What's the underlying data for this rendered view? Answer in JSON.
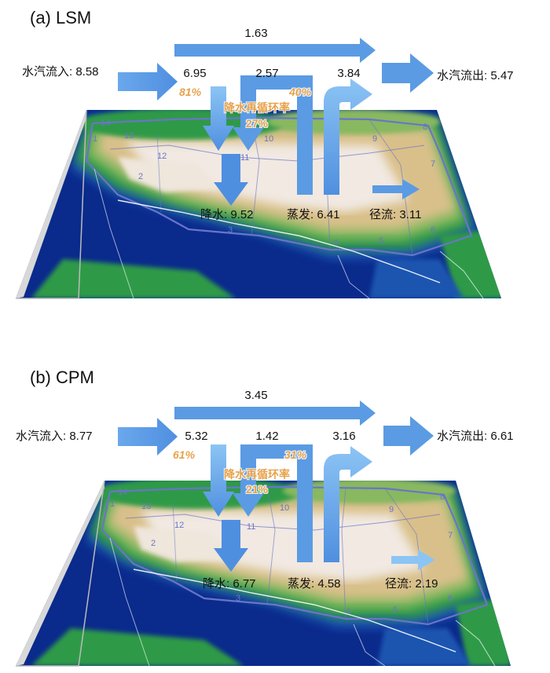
{
  "panels": [
    {
      "id": "a",
      "title": "(a) LSM",
      "over_flow": "1.63",
      "inflow_label": "水汽流入: 8.58",
      "outflow_label": "水汽流出: 5.47",
      "entering_value": "6.95",
      "recycled_value": "2.57",
      "evap_out_value": "3.84",
      "entering_pct": "81%",
      "evap_pct": "40%",
      "recycling_title": "降水再循环率",
      "recycling_pct": "27%",
      "precip_label": "降水: 9.52",
      "evap_label": "蒸发: 6.41",
      "runoff_label": "径流: 3.11"
    },
    {
      "id": "b",
      "title": "(b) CPM",
      "over_flow": "3.45",
      "inflow_label": "水汽流入: 8.77",
      "outflow_label": "水汽流出: 6.61",
      "entering_value": "5.32",
      "recycled_value": "1.42",
      "evap_out_value": "3.16",
      "entering_pct": "61%",
      "evap_pct": "31%",
      "recycling_title": "降水再循环率",
      "recycling_pct": "21%",
      "precip_label": "降水: 6.77",
      "evap_label": "蒸发: 4.58",
      "runoff_label": "径流: 2.19"
    }
  ],
  "region_numbers": [
    "1",
    "2",
    "3",
    "4",
    "5",
    "6",
    "7",
    "8",
    "9",
    "10",
    "11",
    "12",
    "13",
    "14"
  ],
  "colors": {
    "arrow": "#5b9be3",
    "arrow_light": "#8cc4f4",
    "percent_text": "#e8a040",
    "ocean": "#0a2a8c",
    "lowland": "#2f9a46",
    "plateau": "#d9c08a",
    "snow": "#f1e9e2",
    "boundary": "#6b74c8"
  }
}
